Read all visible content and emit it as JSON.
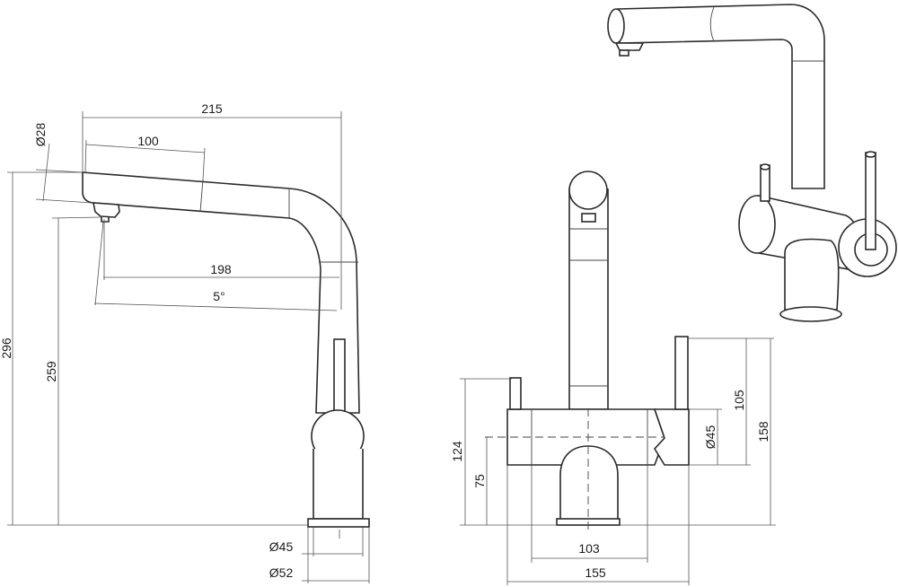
{
  "side_view": {
    "dim_215": "215",
    "dim_100": "100",
    "dim_d28": "Ø28",
    "dim_198": "198",
    "dim_angle": "5°",
    "dim_296": "296",
    "dim_259": "259",
    "dim_d45": "Ø45",
    "dim_d52": "Ø52"
  },
  "front_view": {
    "dim_124": "124",
    "dim_75": "75",
    "dim_105": "105",
    "dim_158": "158",
    "dim_d45": "Ø45",
    "dim_103": "103",
    "dim_155": "155"
  }
}
